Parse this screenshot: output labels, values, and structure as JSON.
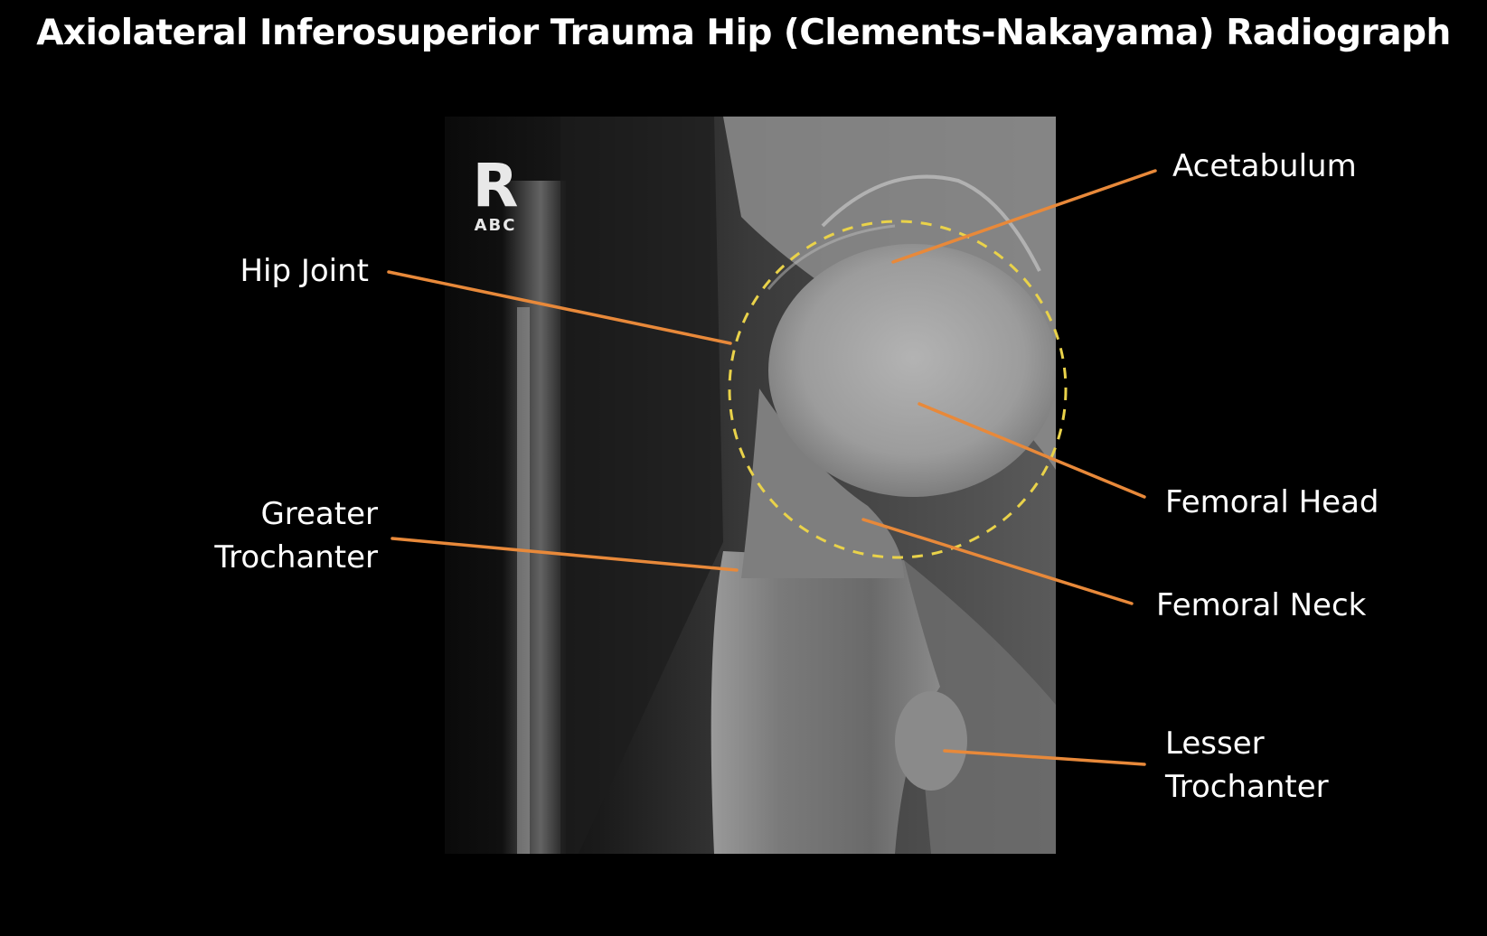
{
  "title": "Axiolateral Inferosuperior Trauma Hip (Clements-Nakayama) Radiograph",
  "marker": {
    "letter": "R",
    "sub": "ABC"
  },
  "labels": {
    "acetabulum": "Acetabulum",
    "hip_joint": "Hip Joint",
    "femoral_head": "Femoral Head",
    "greater_trochanter_1": "Greater",
    "greater_trochanter_2": "Trochanter",
    "femoral_neck": "Femoral Neck",
    "lesser_trochanter_1": "Lesser",
    "lesser_trochanter_2": "Trochanter"
  },
  "colors": {
    "background": "#000000",
    "leader_line": "#e8893a",
    "dashed_circle": "#e9d24a",
    "text": "#ffffff"
  }
}
